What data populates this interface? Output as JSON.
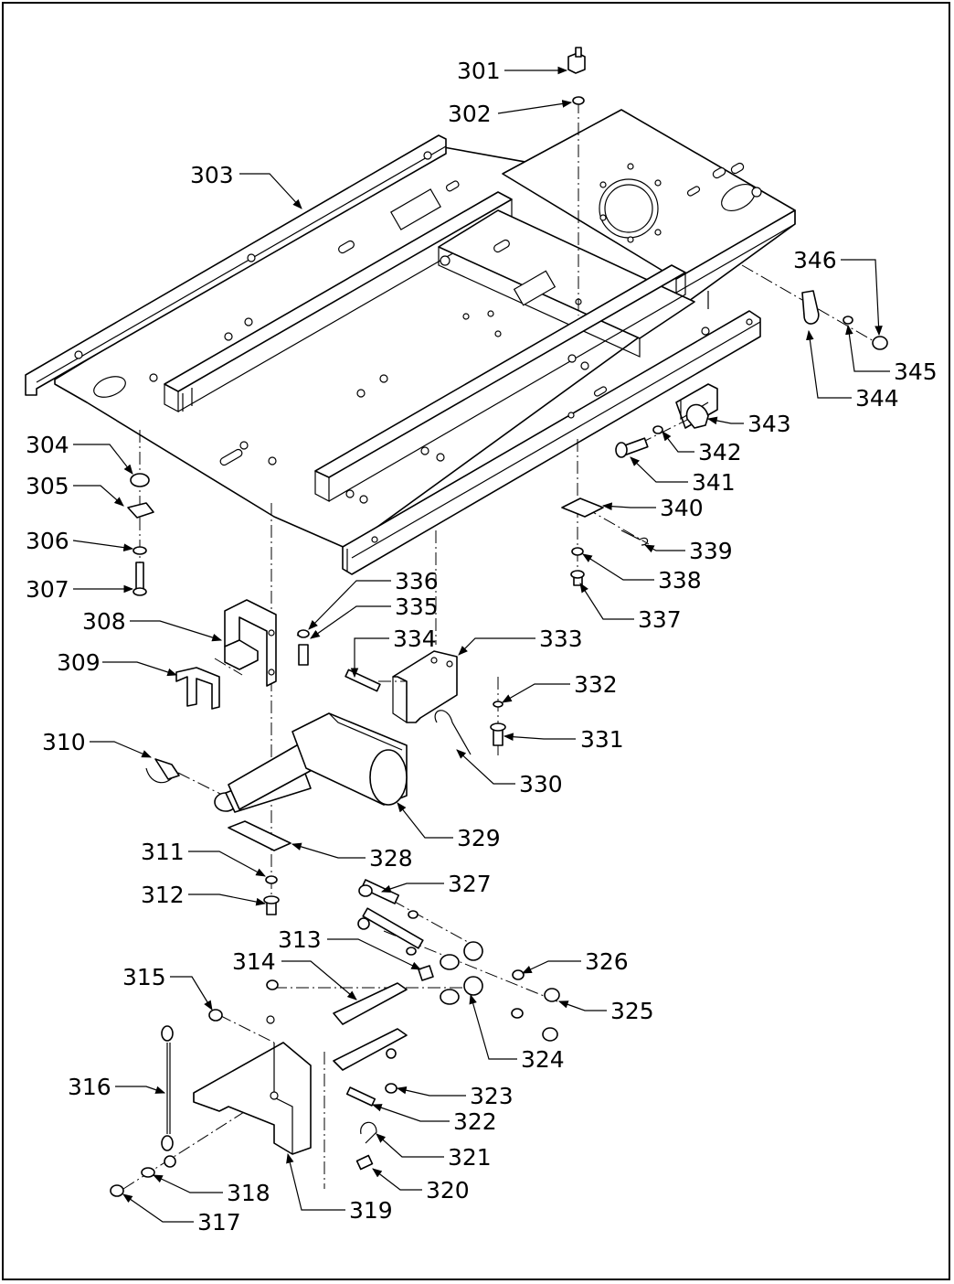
{
  "diagram": {
    "callouts": [
      {
        "id": "301",
        "label": "301"
      },
      {
        "id": "302",
        "label": "302"
      },
      {
        "id": "303",
        "label": "303"
      },
      {
        "id": "304",
        "label": "304"
      },
      {
        "id": "305",
        "label": "305"
      },
      {
        "id": "306",
        "label": "306"
      },
      {
        "id": "307",
        "label": "307"
      },
      {
        "id": "308",
        "label": "308"
      },
      {
        "id": "309",
        "label": "309"
      },
      {
        "id": "310",
        "label": "310"
      },
      {
        "id": "311",
        "label": "311"
      },
      {
        "id": "312",
        "label": "312"
      },
      {
        "id": "313",
        "label": "313"
      },
      {
        "id": "314",
        "label": "314"
      },
      {
        "id": "315",
        "label": "315"
      },
      {
        "id": "316",
        "label": "316"
      },
      {
        "id": "317",
        "label": "317"
      },
      {
        "id": "318",
        "label": "318"
      },
      {
        "id": "319",
        "label": "319"
      },
      {
        "id": "320",
        "label": "320"
      },
      {
        "id": "321",
        "label": "321"
      },
      {
        "id": "322",
        "label": "322"
      },
      {
        "id": "323",
        "label": "323"
      },
      {
        "id": "324",
        "label": "324"
      },
      {
        "id": "325",
        "label": "325"
      },
      {
        "id": "326",
        "label": "326"
      },
      {
        "id": "327",
        "label": "327"
      },
      {
        "id": "328",
        "label": "328"
      },
      {
        "id": "329",
        "label": "329"
      },
      {
        "id": "330",
        "label": "330"
      },
      {
        "id": "331",
        "label": "331"
      },
      {
        "id": "332",
        "label": "332"
      },
      {
        "id": "333",
        "label": "333"
      },
      {
        "id": "334",
        "label": "334"
      },
      {
        "id": "335",
        "label": "335"
      },
      {
        "id": "336",
        "label": "336"
      },
      {
        "id": "337",
        "label": "337"
      },
      {
        "id": "338",
        "label": "338"
      },
      {
        "id": "339",
        "label": "339"
      },
      {
        "id": "340",
        "label": "340"
      },
      {
        "id": "341",
        "label": "341"
      },
      {
        "id": "342",
        "label": "342"
      },
      {
        "id": "343",
        "label": "343"
      },
      {
        "id": "344",
        "label": "344"
      },
      {
        "id": "345",
        "label": "345"
      },
      {
        "id": "346",
        "label": "346"
      }
    ]
  },
  "colors": {
    "line": "#000000",
    "background": "#ffffff"
  }
}
